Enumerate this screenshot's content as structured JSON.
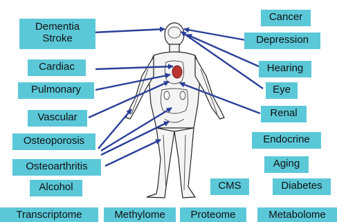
{
  "labels": {
    "dementia_stroke": [
      "Dementia",
      "Stroke"
    ],
    "cancer": "Cancer",
    "depression": "Depression",
    "cardiac": "Cardiac",
    "hearing": "Hearing",
    "pulmonary": "Pulmonary",
    "eye": "Eye",
    "vascular": "Vascular",
    "renal": "Renal",
    "osteoporosis": "Osteoporosis",
    "endocrine": "Endocrine",
    "osteoarthritis": "Osteoarthritis",
    "aging": "Aging",
    "alcohol": "Alcohol",
    "cms": "CMS",
    "diabetes": "Diabetes",
    "transcriptome": "Transcriptome",
    "methylome": "Methylome",
    "proteome": "Proteome",
    "metabolome": "Metabolome"
  },
  "colors": {
    "label_fill": "#5bc8d8",
    "arrow": "#2a3f99",
    "figure_stroke": "#222222"
  },
  "figure": "human-anatomy-figure"
}
